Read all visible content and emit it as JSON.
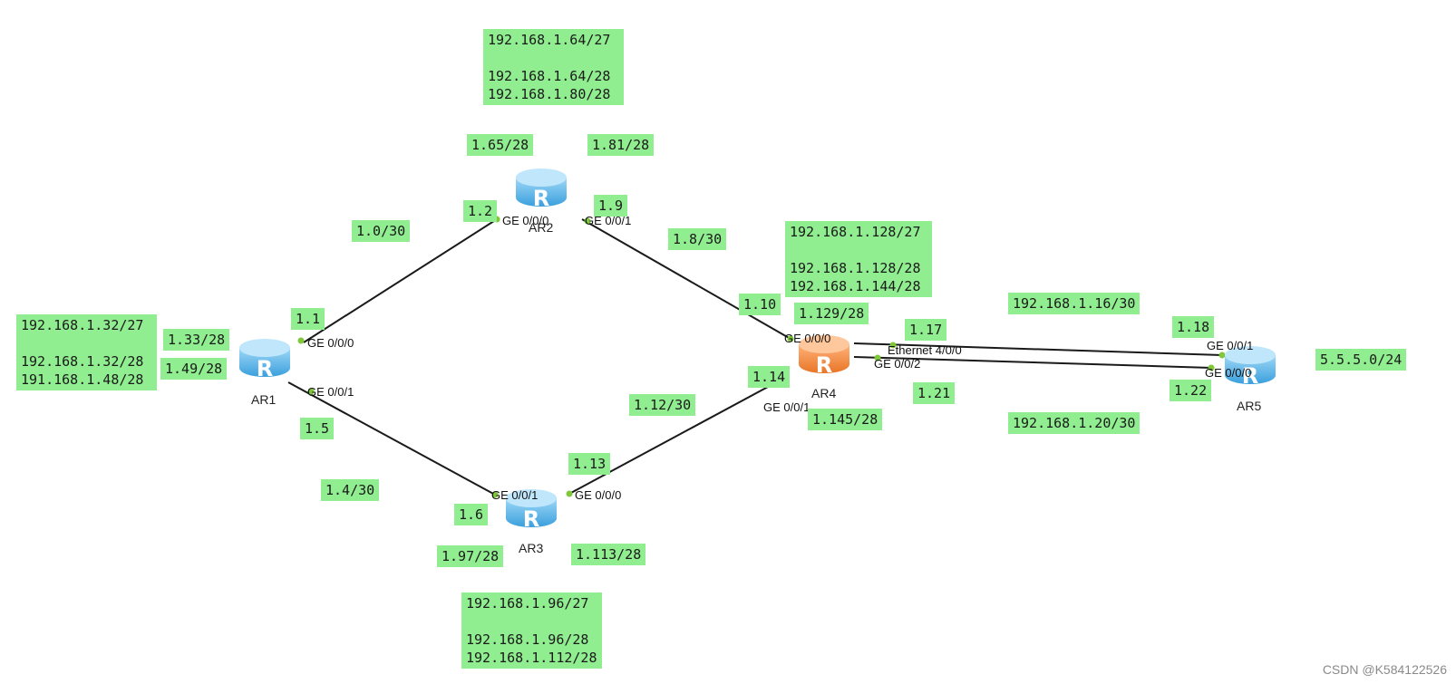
{
  "routers": [
    {
      "id": "ar1",
      "name": "AR1",
      "color": "blue",
      "glyph": "R"
    },
    {
      "id": "ar2",
      "name": "AR2",
      "color": "blue",
      "glyph": "R"
    },
    {
      "id": "ar3",
      "name": "AR3",
      "color": "blue",
      "glyph": "R"
    },
    {
      "id": "ar4",
      "name": "AR4",
      "color": "orange",
      "glyph": "R"
    },
    {
      "id": "ar5",
      "name": "AR5",
      "color": "blue",
      "glyph": "R"
    }
  ],
  "ports": {
    "ar1_g000": "GE 0/0/0",
    "ar1_g001": "GE 0/0/1",
    "ar2_g000": "GE 0/0/0",
    "ar2_g001": "GE 0/0/1",
    "ar3_g001": "GE 0/0/1",
    "ar3_g000": "GE 0/0/0",
    "ar4_g000": "GE 0/0/0",
    "ar4_g001": "GE 0/0/1",
    "ar4_e400": "Ethernet 4/0/0",
    "ar4_g002": "GE 0/0/2",
    "ar5_g001": "GE 0/0/1",
    "ar5_g000": "GE 0/0/0"
  },
  "notes": {
    "ar2_lan_block": [
      "192.168.1.64/27",
      "",
      "192.168.1.64/28",
      "192.168.1.80/28"
    ],
    "ar2_lan1": "1.65/28",
    "ar2_lan2": "1.81/28",
    "ar2_ip_left": "1.2",
    "ar2_ip_right": "1.9",
    "link_ar1_ar2": "1.0/30",
    "link_ar2_ar4": "1.8/30",
    "ar4_lan_block": [
      "192.168.1.128/27",
      "",
      "192.168.1.128/28",
      "192.168.1.144/28"
    ],
    "ar4_ip_top": "1.10",
    "ar4_lan1": "1.129/28",
    "ar4_ip_eth": "1.17",
    "link_ar4_ar5_top": "192.168.1.16/30",
    "ar5_ip_top": "1.18",
    "ar5_loopback": "5.5.5.0/24",
    "ar1_lan_block": [
      "192.168.1.32/27",
      "",
      "192.168.1.32/28",
      "191.168.1.48/28"
    ],
    "ar1_lan1": "1.33/28",
    "ar1_lan2": "1.49/28",
    "ar1_ip_top": "1.1",
    "ar1_ip_bottom": "1.5",
    "ar4_ip_bottom": "1.14",
    "ar4_ip_g002": "1.21",
    "ar5_ip_bottom": "1.22",
    "link_ar4_ar5_bottom": "192.168.1.20/30",
    "ar4_lan2": "1.145/28",
    "link_ar3_ar4": "1.12/30",
    "ar3_ip_right": "1.13",
    "link_ar1_ar3": "1.4/30",
    "ar3_ip_left": "1.6",
    "ar3_lan1": "1.97/28",
    "ar3_lan2": "1.113/28",
    "ar3_lan_block": [
      "192.168.1.96/27",
      "",
      "192.168.1.96/28",
      "192.168.1.112/28"
    ]
  },
  "watermark": "CSDN @K584122526",
  "colors": {
    "note_bg": "#90ee90",
    "link": "#1a1a1a",
    "port_dot": "#7ec83a",
    "router_blue": "#5bb8ec",
    "router_orange": "#f08a3c"
  }
}
